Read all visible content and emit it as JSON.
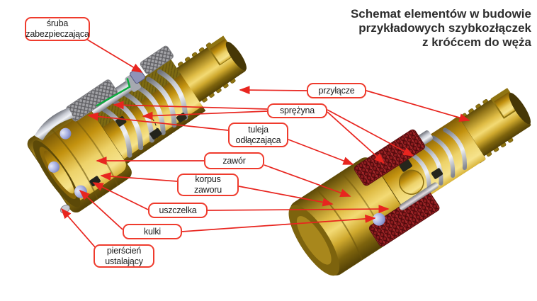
{
  "title": {
    "line1": "Schemat elementów w budowie",
    "line2": "przykładowych szybkozłączek",
    "line3": "z króćcem do węża"
  },
  "labels": {
    "sruba": "śruba zabezpieczająca",
    "przylacze": "przyłącze",
    "sprezyna": "sprężyna",
    "tuleja": "tuleja odłączająca",
    "zawor": "zawór",
    "korpus": "korpus zaworu",
    "uszczelka": "uszczelka",
    "kulki": "kulki",
    "pierscien": "pierścień ustalający"
  },
  "colors": {
    "accent_red": "#e8251f",
    "label_border": "#ef3b2d",
    "brass_body": "#d9b43a",
    "bore_gold": "#f0d76e",
    "spring_silver": "#c9ccd4",
    "knurl_gray": "#a2a2a6",
    "knurl_red": "#8e1b1e",
    "ball_blue": "#aab2e2",
    "screw_green": "#0cab3e",
    "title_text": "#2d2d2d"
  }
}
